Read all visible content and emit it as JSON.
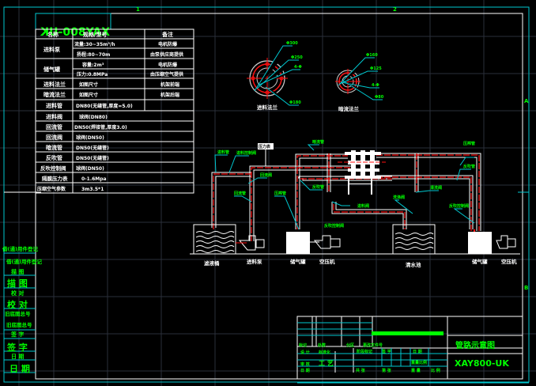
{
  "drawing": {
    "title_box": "XAY800-UK",
    "zone_numbers": [
      "1",
      "2"
    ],
    "zone_letters": [
      "A",
      "B"
    ]
  },
  "spec_table": {
    "headers": [
      "名称",
      "规格/型号",
      "备注"
    ],
    "rows": [
      {
        "name": "进料泵",
        "spec": [
          "流量:30~35m³/h",
          "扬程:80~70m"
        ],
        "note": [
          "电机防爆",
          "由泵供应商提供"
        ]
      },
      {
        "name": "储气罐",
        "spec": [
          "容量:2m³",
          "压力:0.8MPa"
        ],
        "note": [
          "电机防爆",
          "由压缩空气提供"
        ]
      },
      {
        "name": "进料法兰",
        "spec": [
          "如图尺寸"
        ],
        "note": [
          "机架前端"
        ]
      },
      {
        "name": "暗流法兰",
        "spec": [
          "如图尺寸"
        ],
        "note": [
          "机架后端"
        ]
      },
      {
        "name": "进料管",
        "spec": [
          "DN80(无缝管,厚度=5.0)"
        ],
        "note": [
          ""
        ]
      },
      {
        "name": "进料阀",
        "spec": [
          "球阀(DN80)"
        ],
        "note": [
          ""
        ]
      },
      {
        "name": "回流管",
        "spec": [
          "DN50(焊接管,厚度3.0)"
        ],
        "note": [
          ""
        ]
      },
      {
        "name": "回流阀",
        "spec": [
          "球阀(DN50)"
        ],
        "note": [
          ""
        ]
      },
      {
        "name": "暗流管",
        "spec": [
          "DN50(无缝管)"
        ],
        "note": [
          ""
        ]
      },
      {
        "name": "反吹管",
        "spec": [
          "DN50(无缝管)"
        ],
        "note": [
          ""
        ]
      },
      {
        "name": "反吹控制阀",
        "spec": [
          "球阀(DN50)"
        ],
        "note": [
          ""
        ]
      },
      {
        "name": "隔膜压力表",
        "spec": [
          "0-1.6Mpa"
        ],
        "note": [
          ""
        ]
      },
      {
        "name": "压缩空气参数",
        "spec": [
          "3m3.5*1"
        ],
        "note": [
          ""
        ]
      }
    ]
  },
  "flanges": [
    {
      "label": "进料法兰",
      "callouts": [
        "Φ300",
        "Φ250",
        "4-Φ",
        "Φ180"
      ]
    },
    {
      "label": "暗流法兰",
      "callouts": [
        "Φ160",
        "Φ125",
        "4-Φ",
        "Φ80"
      ]
    }
  ],
  "schematic": {
    "pressure_gauge": "压力表",
    "equipment": [
      "滤液桶",
      "进料泵",
      "储气罐",
      "空压机",
      "清水池",
      "储气罐",
      "空压机"
    ],
    "pipe_labels": [
      "进料管",
      "进料控制阀",
      "回流管",
      "回流阀",
      "压榨管",
      "反吹管",
      "暗流管",
      "进料阀",
      "反吹控制阀",
      "压榨管",
      "反吹管",
      "清洗阀",
      "洗涤阀",
      "反吹控制阀",
      "暗流阀"
    ]
  },
  "left_strip": [
    "借(通)用件登记",
    "借(通)用件登记",
    "描 图",
    "描 图",
    "校 对",
    "校 对",
    "旧底图总号",
    "旧底图总号",
    "签 字",
    "签 字",
    "日 期",
    "日 期"
  ],
  "title_block": {
    "drawing_name": "管路示意图",
    "drawing_code": "XAY800-UK",
    "grid_text": [
      "标记",
      "处数",
      "分区",
      "更改文件号",
      "签 字",
      "日 期",
      "设 计",
      "标准化",
      "阶段标记",
      "重 量",
      "比 例",
      "审 核",
      "工 艺",
      "日 期",
      "共 张",
      "第 张",
      "重量比例"
    ]
  },
  "colors": {
    "background": "#000000",
    "line_white": "#ffffff",
    "frame_cyan": "#00c8d0",
    "text_green": "#00ff00",
    "pipe_red": "#ff1010",
    "grid": "#2a2f3a"
  }
}
